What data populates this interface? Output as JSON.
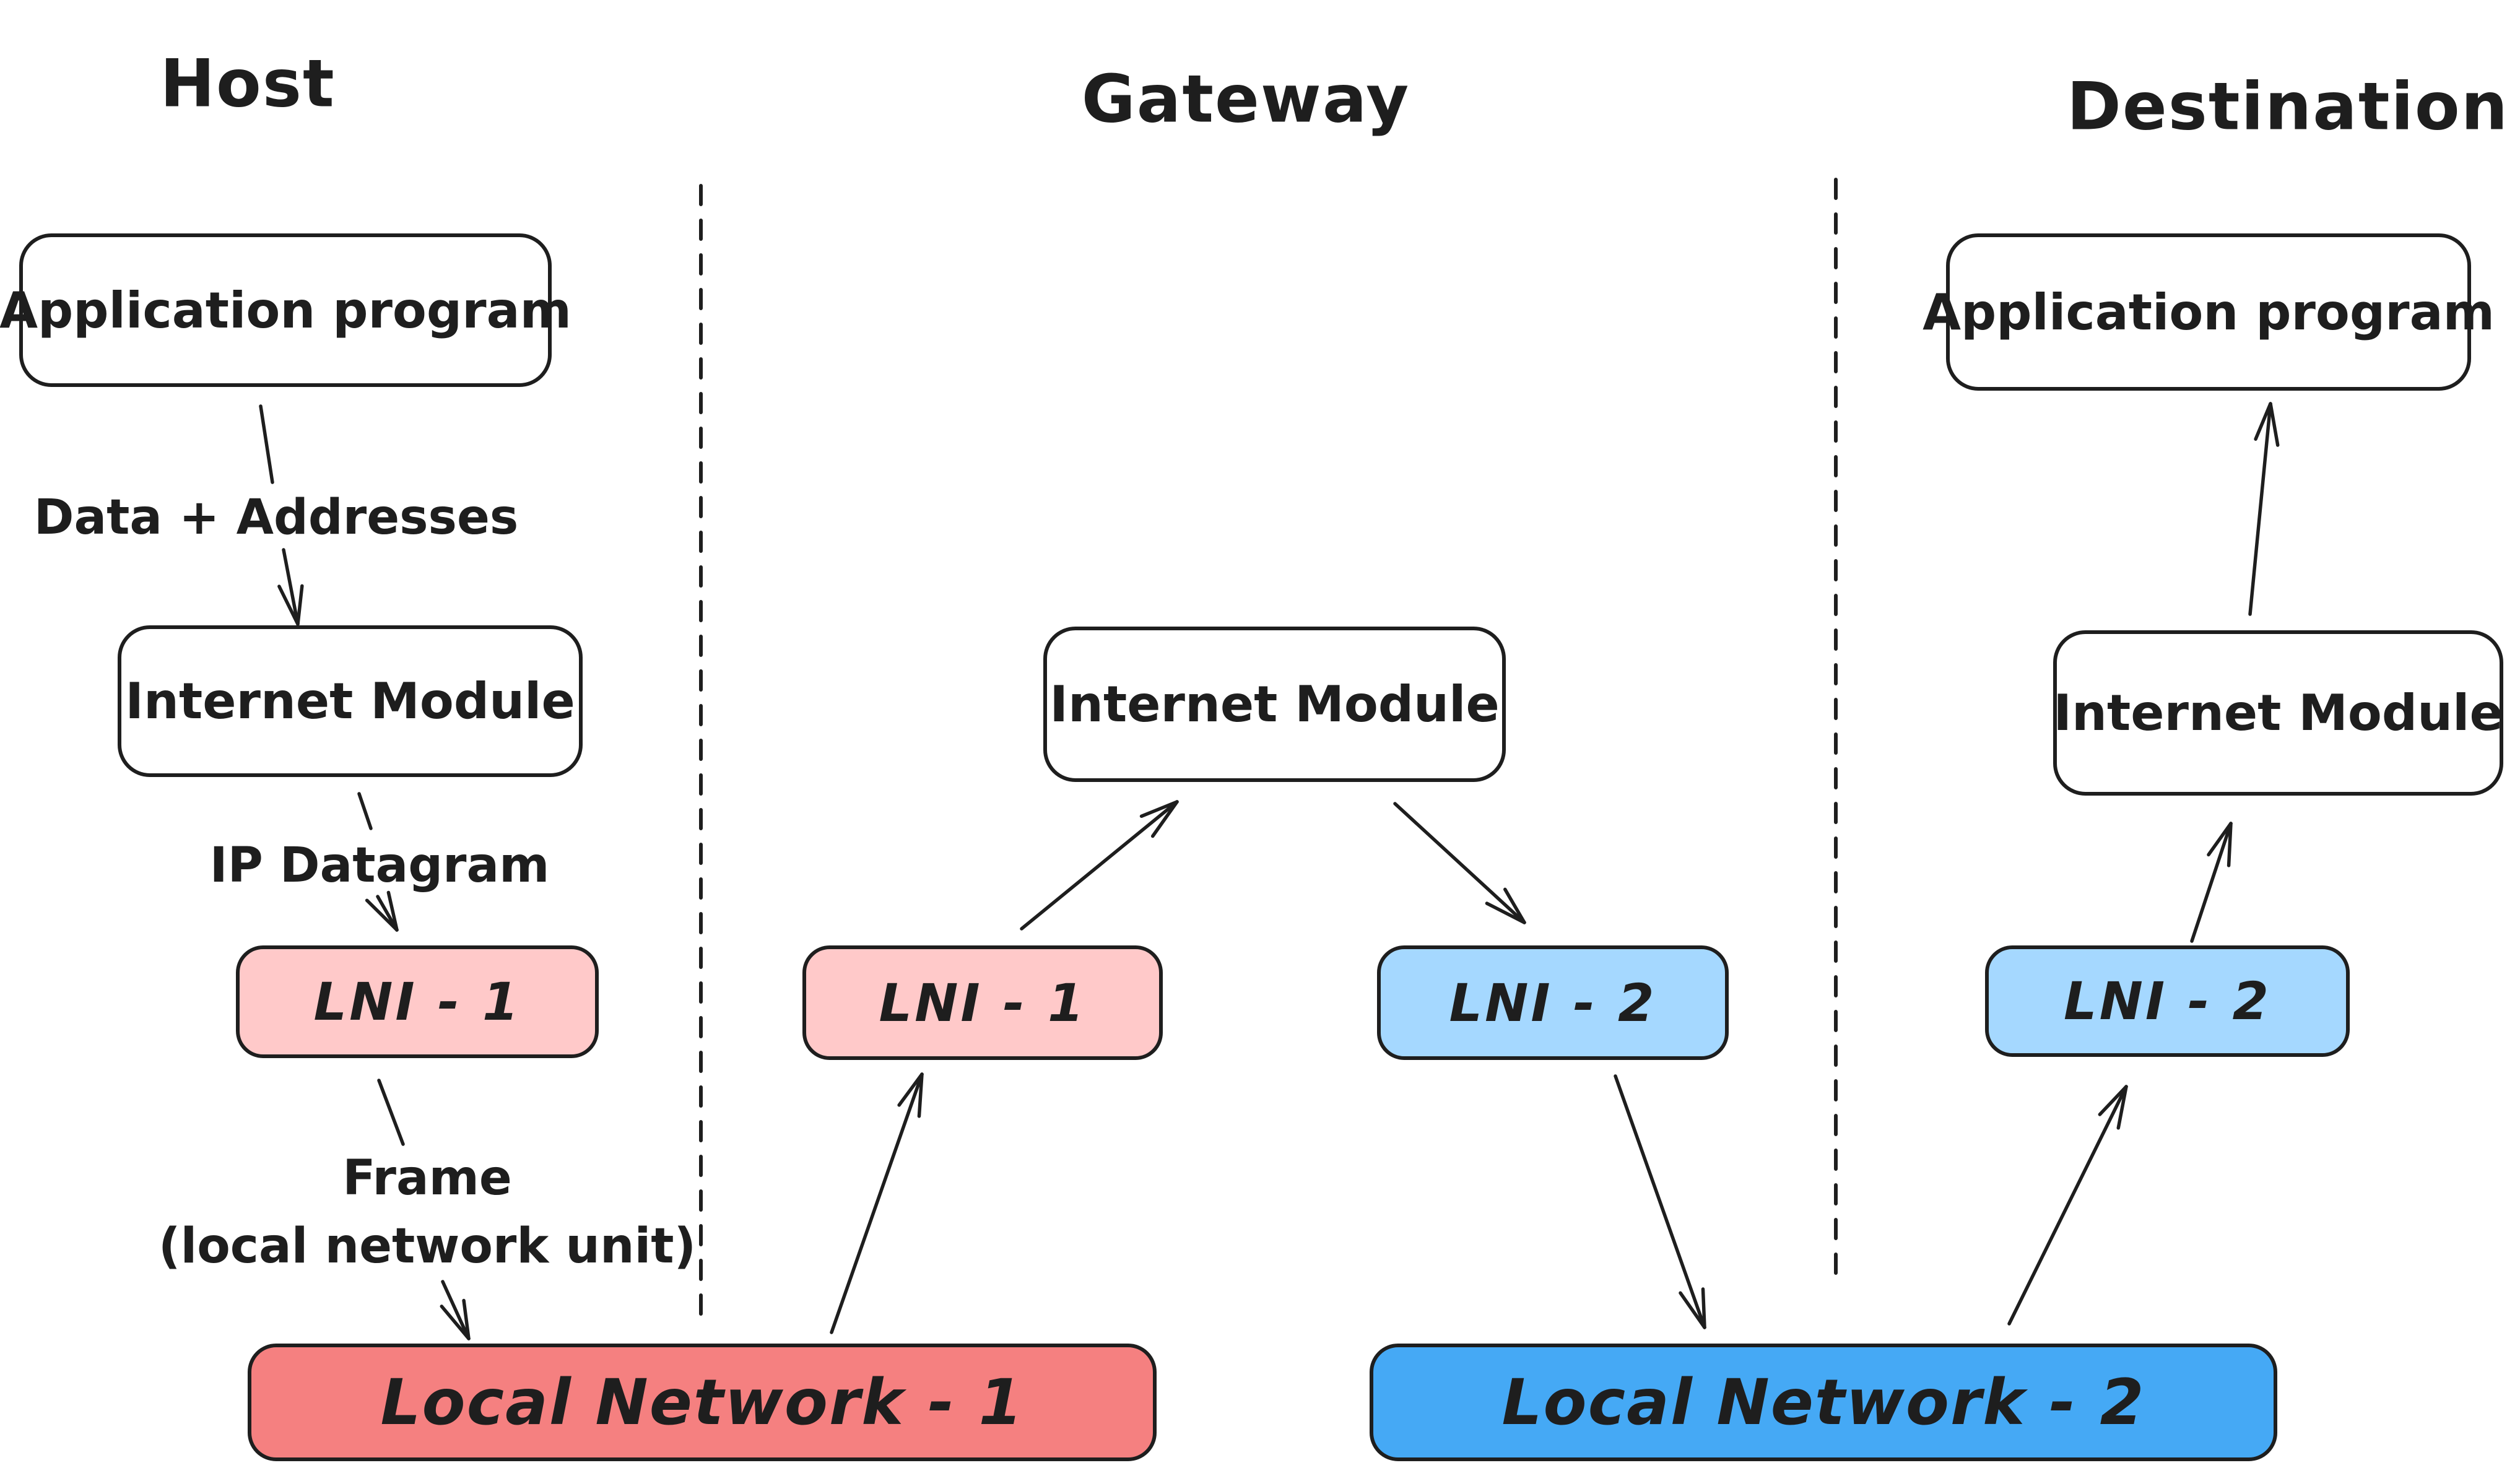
{
  "titles": {
    "host": "Host",
    "gateway": "Gateway",
    "destination": "Destination"
  },
  "host": {
    "application_program": "Application program",
    "label_data_addresses": "Data + Addresses",
    "internet_module": "Internet Module",
    "label_ip_datagram": "IP Datagram",
    "lni": "LNI - 1",
    "label_frame_line1": "Frame",
    "label_frame_line2": "(local network unit)"
  },
  "gateway": {
    "internet_module": "Internet Module",
    "lni_left": "LNI - 1",
    "lni_right": "LNI - 2"
  },
  "destination": {
    "application_program": "Application program",
    "internet_module": "Internet Module",
    "lni": "LNI - 2"
  },
  "networks": {
    "network1": "Local Network - 1",
    "network2": "Local Network - 2"
  },
  "colors": {
    "stroke": "#1e1e1e",
    "lni_pink": "#ffc9c9",
    "lni_blue": "#a5d8ff",
    "network1_red": "#f58080",
    "network2_blue": "#45a9f5"
  },
  "edges": [
    {
      "from": "host-application-program",
      "to": "host-internet-module",
      "label": "Data + Addresses"
    },
    {
      "from": "host-internet-module",
      "to": "host-lni-1",
      "label": "IP Datagram"
    },
    {
      "from": "host-lni-1",
      "to": "local-network-1",
      "label": "Frame (local network unit)"
    },
    {
      "from": "local-network-1",
      "to": "gateway-lni-1"
    },
    {
      "from": "gateway-lni-1",
      "to": "gateway-internet-module"
    },
    {
      "from": "gateway-internet-module",
      "to": "gateway-lni-2"
    },
    {
      "from": "gateway-lni-2",
      "to": "local-network-2"
    },
    {
      "from": "local-network-2",
      "to": "destination-lni-2"
    },
    {
      "from": "destination-lni-2",
      "to": "destination-internet-module"
    },
    {
      "from": "destination-internet-module",
      "to": "destination-application-program"
    }
  ]
}
